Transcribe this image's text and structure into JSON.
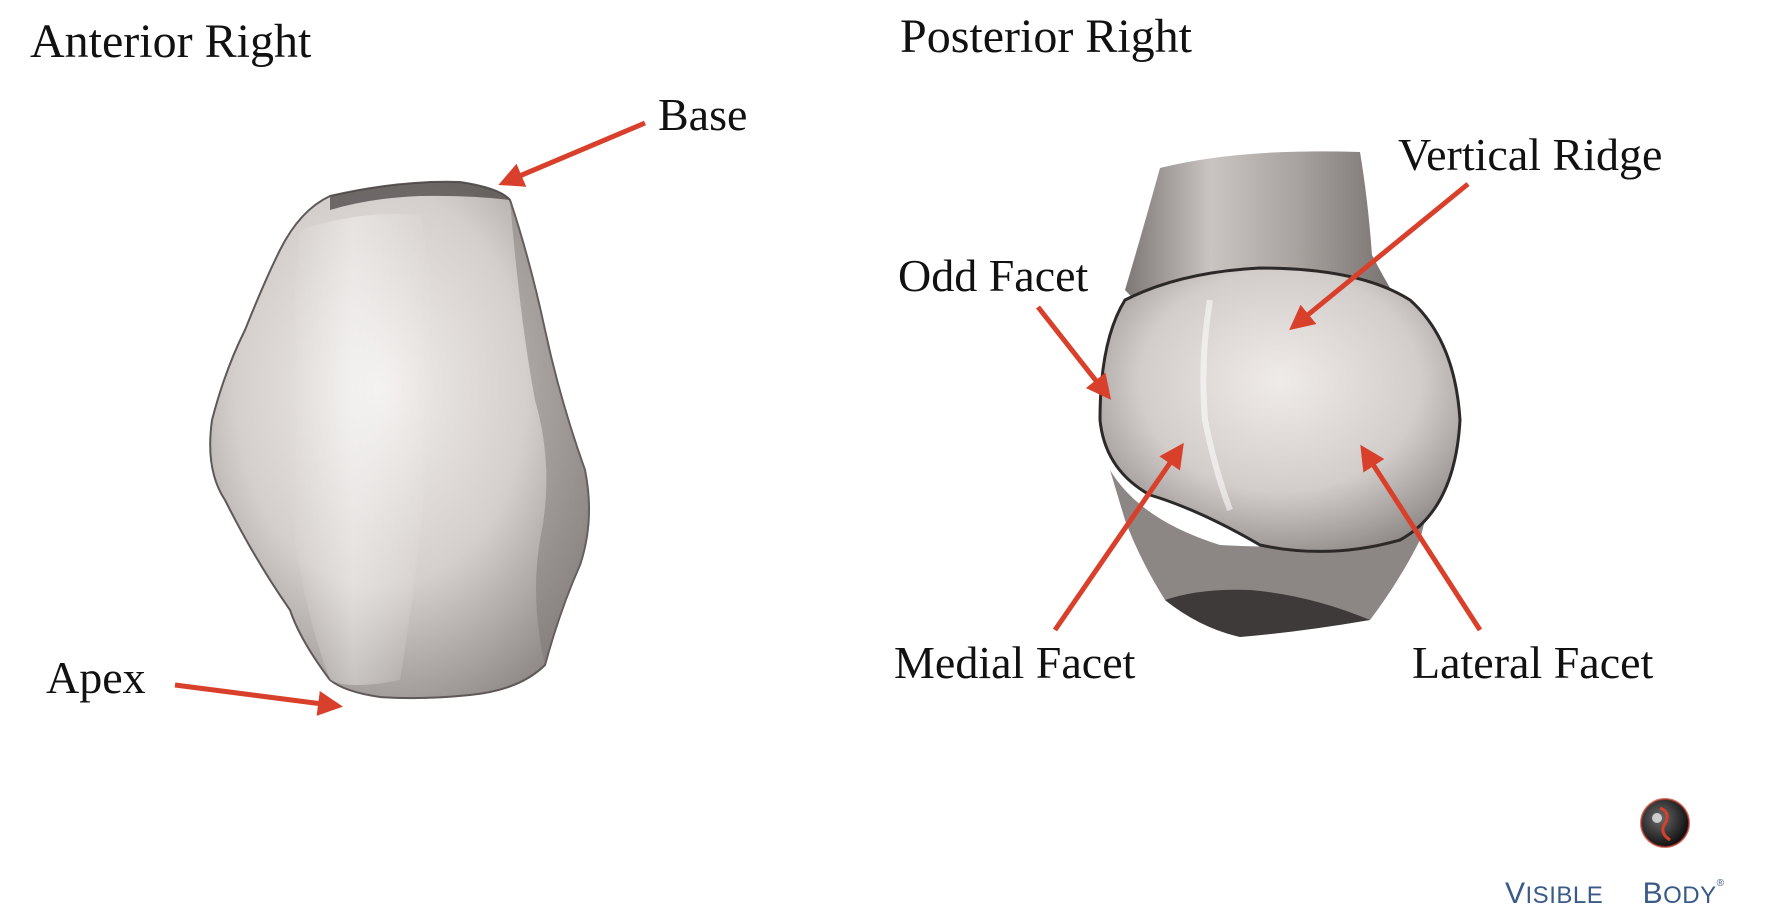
{
  "headings": {
    "anterior": "Anterior Right",
    "posterior": "Posterior Right"
  },
  "labels": {
    "base": "Base",
    "apex": "Apex",
    "vertical_ridge": "Vertical Ridge",
    "odd_facet": "Odd Facet",
    "medial_facet": "Medial Facet",
    "lateral_facet": "Lateral Facet"
  },
  "logo": {
    "word1_cap": "V",
    "word1_rest": "ISIBLE",
    "word2_cap": "B",
    "word2_rest": "ODY",
    "mark": "®",
    "icon": "visible-body-emblem"
  },
  "colors": {
    "arrow": "#d9402b",
    "bone_light": "#e6e2e0",
    "bone_shadow": "#8d8785",
    "logo_blue": "#3a5a87"
  }
}
